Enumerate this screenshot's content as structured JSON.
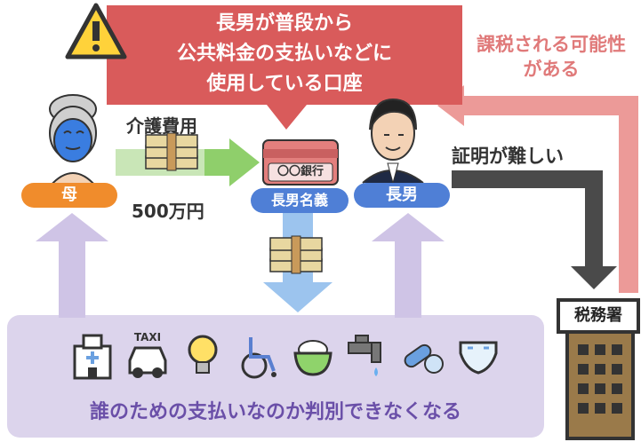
{
  "callout": {
    "line1": "長男が普段から",
    "line2": "公共料金の支払いなどに",
    "line3": "使用している口座"
  },
  "mother": {
    "label": "母"
  },
  "son": {
    "label": "長男"
  },
  "account": {
    "label": "長男名義",
    "bank_text": "〇〇銀行"
  },
  "transfer": {
    "title": "介護費用",
    "amount": "500万円"
  },
  "tax_note": {
    "line1": "課税される可能性",
    "line2": "がある"
  },
  "proof_note": "証明が難しい",
  "tax_office": {
    "label": "税務署"
  },
  "bottom_box": {
    "message": "誰のための支払いなのか判別できなくなる",
    "icons": [
      {
        "name": "hospital-icon"
      },
      {
        "name": "taxi-icon",
        "text": "TAXI"
      },
      {
        "name": "light-bulb-icon"
      },
      {
        "name": "wheelchair-icon"
      },
      {
        "name": "rice-bowl-icon"
      },
      {
        "name": "water-faucet-icon"
      },
      {
        "name": "medicine-capsule-icon"
      },
      {
        "name": "diaper-icon"
      }
    ]
  },
  "colors": {
    "callout_red": "#d95b5b",
    "orange": "#f08c2c",
    "blue": "#4f7fd6",
    "green_arrow": "#8fcf6b",
    "light_green_arrow": "#c9e6b7",
    "pink_arrow": "#ec9a98",
    "pink_text": "#e07a7a",
    "dark_gray": "#4a4a4a",
    "lavender": "#dcd4ec",
    "purple_text": "#6a4fa8",
    "icon_blue": "#9dc3ea"
  }
}
